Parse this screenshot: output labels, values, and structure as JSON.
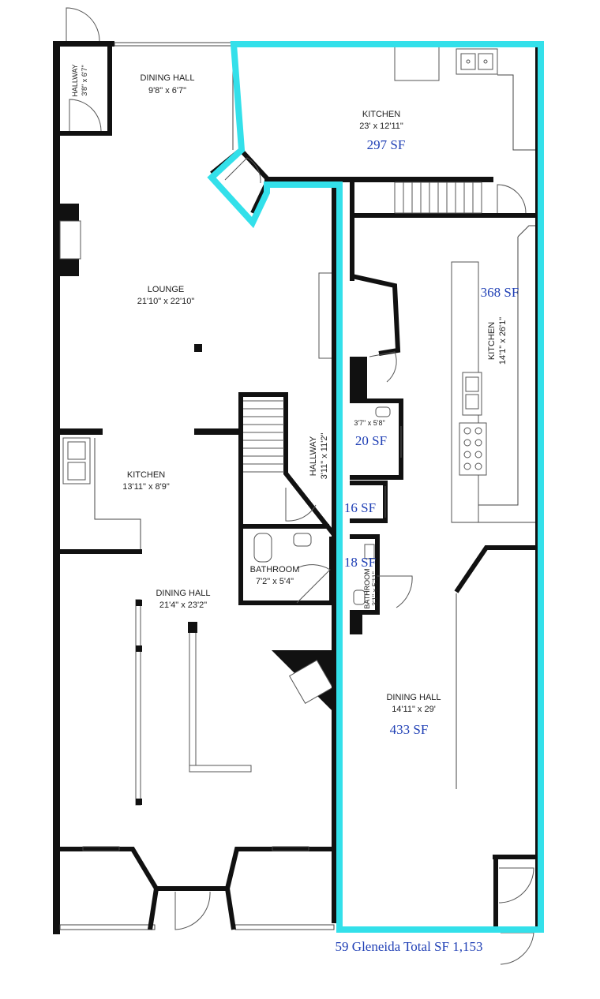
{
  "colors": {
    "outline": "#33e0ea",
    "sf_text": "#1f3fb5",
    "wall": "#111111"
  },
  "rooms": [
    {
      "id": "hallway-top",
      "name": "HALLWAY",
      "dims": "3'8\" x 6'7\""
    },
    {
      "id": "dining-hall-top",
      "name": "DINING HALL",
      "dims": "9'8\" x 6'7\""
    },
    {
      "id": "kitchen-top",
      "name": "KITCHEN",
      "dims": "23' x 12'11\""
    },
    {
      "id": "lounge",
      "name": "LOUNGE",
      "dims": "21'10\" x 22'10\""
    },
    {
      "id": "kitchen-right",
      "name": "KITCHEN",
      "dims": "14'1\" x 26'1\""
    },
    {
      "id": "small-room",
      "name": "",
      "dims": "3'7\" x 5'8\""
    },
    {
      "id": "hallway-mid",
      "name": "HALLWAY",
      "dims": "3'11\" x 11'2\""
    },
    {
      "id": "kitchen-left",
      "name": "KITCHEN",
      "dims": "13'11\" x 8'9\""
    },
    {
      "id": "bathroom-left",
      "name": "BATHROOM",
      "dims": "7'2\" x 5'4\""
    },
    {
      "id": "bathroom-right",
      "name": "BATHROOM",
      "dims": "3'1\" x 5'11\""
    },
    {
      "id": "dining-hall-left",
      "name": "DINING HALL",
      "dims": "21'4\" x 23'2\""
    },
    {
      "id": "dining-hall-right",
      "name": "DINING HALL",
      "dims": "14'11\" x 29'"
    }
  ],
  "areas": [
    {
      "id": "kitchen-top-sf",
      "text": "297 SF"
    },
    {
      "id": "kitchen-right-sf",
      "text": "368 SF"
    },
    {
      "id": "small-room-sf",
      "text": "20 SF"
    },
    {
      "id": "closet-sf",
      "text": "16 SF"
    },
    {
      "id": "bathroom-right-sf",
      "text": "18 SF"
    },
    {
      "id": "dining-hall-right-sf",
      "text": "433 SF"
    }
  ],
  "total": "59 Gleneida Total SF 1,153"
}
